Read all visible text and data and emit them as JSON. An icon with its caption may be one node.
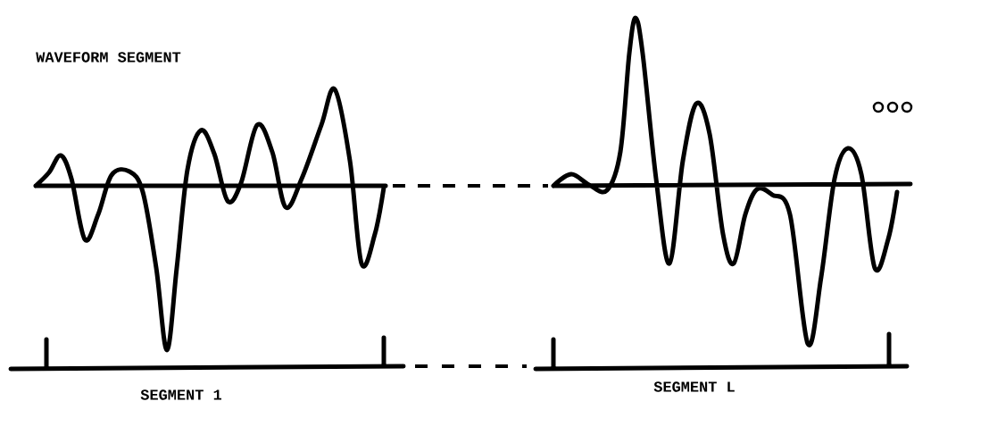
{
  "diagram": {
    "labels": [
      "WAVEFORM SEGMENT",
      "SEGMENT 1",
      "SEGMENT L"
    ]
  }
}
